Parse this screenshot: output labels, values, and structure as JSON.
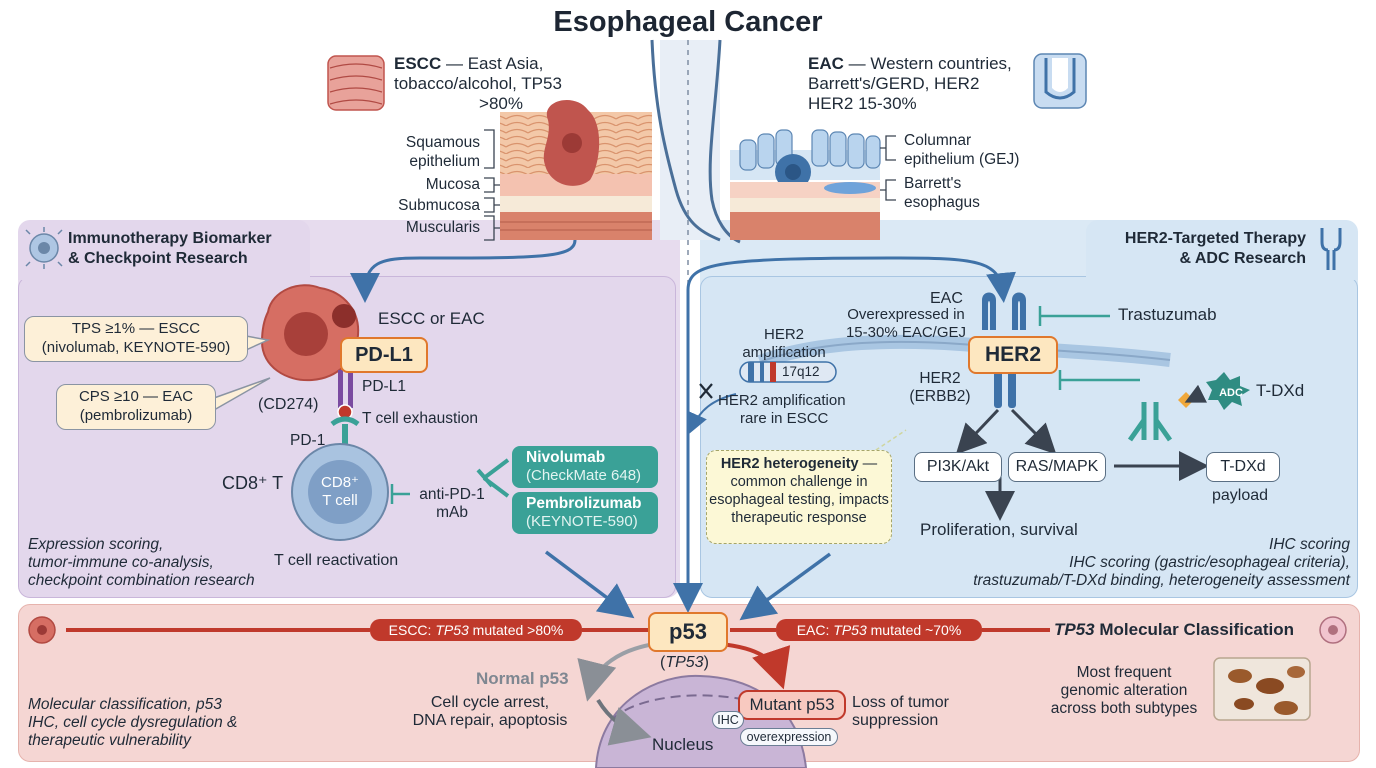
{
  "title": "Esophageal Cancer",
  "subtypes": {
    "escc_label": "ESCC",
    "escc_desc": "— East Asia,",
    "escc_desc2": "tobacco/alcohol, TP53",
    "escc_desc3": ">80%",
    "eac_label": "EAC",
    "eac_desc": "— Western countries,",
    "eac_desc2": "Barrett's/GERD, HER2",
    "eac_desc3": "HER2 15-30%"
  },
  "tissue_layers_left": {
    "squamous_1": "Squamous",
    "squamous_2": "epithelium",
    "mucosa": "Mucosa",
    "submucosa": "Submucosa",
    "muscularis": "Muscularis"
  },
  "tissue_layers_right": {
    "columnar_1": "Columnar",
    "columnar_2": "epithelium (GEJ)",
    "barretts_1": "Barrett's",
    "barretts_2": "esophagus"
  },
  "immuno": {
    "header_1": "Immunotherapy Biomarker",
    "header_2": "& Checkpoint Research",
    "tps_1": "TPS ≥1% — ESCC",
    "tps_2": "(nivolumab, KEYNOTE-590)",
    "cps_1": "CPS ≥10 — EAC",
    "cps_2": "(pembrolizumab)",
    "tumor_label": "ESCC or EAC",
    "pdl1_box": "PD-L1",
    "pdl1_small": "PD-L1",
    "cd274": "(CD274)",
    "exhaustion": "T cell exhaustion",
    "pd1": "PD-1",
    "cd8_label": "CD8⁺ T",
    "cd8_cell_1": "CD8⁺",
    "cd8_cell_2": "T cell",
    "anti_pd1_1": "anti-PD-1",
    "anti_pd1_2": "mAb",
    "nivo_name": "Nivolumab",
    "nivo_trial": "(CheckMate 648)",
    "pembro_name": "Pembrolizumab",
    "pembro_trial": "(KEYNOTE-590)",
    "reactivation": "T cell reactivation",
    "foot_1": "Expression scoring,",
    "foot_2": "tumor-immune co-analysis,",
    "foot_3": "checkpoint combination research"
  },
  "her2": {
    "header_1": "HER2-Targeted Therapy",
    "header_2": "& ADC Research",
    "eac_top": "EAC",
    "overexp_1": "Overexpressed in",
    "overexp_2": "15-30% EAC/GEJ",
    "her2_box": "HER2",
    "erbb2_1": "HER2",
    "erbb2_2": "(ERBB2)",
    "amp_1": "HER2",
    "amp_2": "amplification",
    "locus": "17q12",
    "rare_1": "HER2 amplification",
    "rare_2": "rare in ESCC",
    "trastuzumab": "Trastuzumab",
    "adc_badge": "ADC",
    "tdxd": "T-DXd",
    "pi3k": "PI3K/Akt",
    "ras": "RAS/MAPK",
    "tdxd_box": "T-DXd",
    "payload": "payload",
    "prolif": "Proliferation, survival",
    "hetero_1": "HER2 heterogeneity",
    "hetero_2": "common challenge in",
    "hetero_3": "esophageal testing, impacts",
    "hetero_4": "therapeutic response",
    "foot_1": "IHC scoring",
    "foot_2": "IHC scoring (gastric/esophageal criteria),",
    "foot_3": "trastuzumab/T-DXd binding, heterogeneity assessment"
  },
  "p53": {
    "escc_pill_pre": "ESCC: ",
    "escc_pill_gene": "TP53",
    "escc_pill_post": " mutated >80%",
    "eac_pill_pre": "EAC: ",
    "eac_pill_gene": "TP53",
    "eac_pill_post": " mutated ~70%",
    "box": "p53",
    "gene": "TP53",
    "class_gene": "TP53",
    "class_rest": " Molecular Classification",
    "normal": "Normal p53",
    "normal_1": "Cell cycle arrest,",
    "normal_2": "DNA repair, apoptosis",
    "mutant": "Mutant p53",
    "loss_1": "Loss of tumor",
    "loss_2": "suppression",
    "ihc": "IHC",
    "overexpression": "overexpression",
    "nucleus": "Nucleus",
    "freq_1": "Most frequent",
    "freq_2": "genomic alteration",
    "freq_3": "across both subtypes",
    "foot_1": "Molecular classification, p53",
    "foot_2": "IHC, cell cycle dysregulation &",
    "foot_3": "therapeutic vulnerability"
  },
  "colors": {
    "orange": "#e0782c",
    "teal": "#3aa197",
    "blue": "#3f72a8",
    "red": "#c0392b"
  }
}
